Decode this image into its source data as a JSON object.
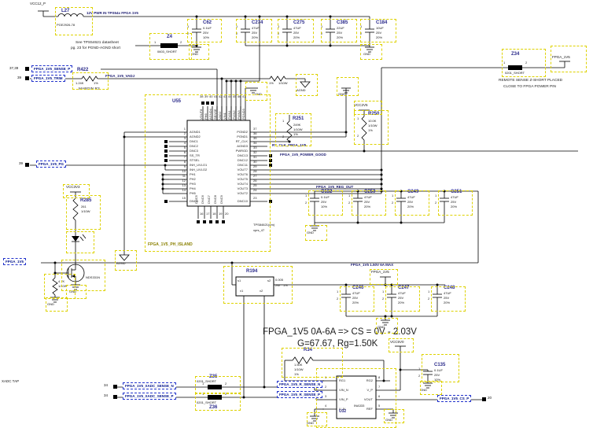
{
  "flags": {
    "vcc12": "VCC12_P",
    "vcc2v5": "VCC2V5",
    "vcc3v3": "VCC3V3",
    "vcc5v0": "VCC5V0",
    "fpga1v5": "FPGA_1V5"
  },
  "gnd": "GND",
  "agnd": "AGND",
  "nets": {
    "pwr_in": "12V PWR IN TPS54x FPGA 1V5",
    "sense_p": "FPGA_1V5_SENSE_P",
    "sense_p_pins": "37,39",
    "trim": "FPGA_1V5_TRIM",
    "trim_pin": "39",
    "vadj": "FPGA_1V5_VADJ",
    "pg": "FPGA_1V5_PG",
    "pg_pin": "39",
    "power_good": "FPGA_1V5_POWER_GOOD",
    "rt_clk": "RT_CLK_FPGA_1V5",
    "reg_out": "FPGA_1V5_REG_OUT",
    "rail_tap": "FPGA_1V5",
    "rail_max": "FPGA_1V5 1.50V 6A MAX",
    "xadc_tap": "XADC TAP",
    "xadc_n": "FPGA_1V5_XADC_SENSE_N",
    "xadc_n_pin": "34",
    "xadc_p": "FPGA_1V5_XADC_SENSE_P",
    "xadc_p_pin": "34",
    "r_sense_n": "FPGA_1V5_R_SENSE_N",
    "r_sense_p": "FPGA_1V5_R_SENSE_P",
    "cs_p": "FPGA_1V5_CS_P",
    "cs_p_pin": "20"
  },
  "notes": {
    "ds1": "See TPS54621 datasheet",
    "ds2": "pg. 23 for PGND-AGND short",
    "remote1": "REMOTE SENSE Z-SHORT PLACED",
    "remote2": "CLOSE TO FPGA POWER PIN",
    "margin": "MARGIN R3",
    "island": "FPGA_1V5_PH_ISLAND",
    "ann1": "FPGA_1V5 0A-6A => CS = 0V - 2.03V",
    "ann2": "G=67.67, Rg=1.50K"
  },
  "parts": {
    "cap_pins": [
      "1",
      "2"
    ],
    "L27": {
      "ref": "L27",
      "v1": "PGE2926-78"
    },
    "Z4": {
      "ref": "Z4",
      "v1": "0603_SHORT",
      "p1": "1",
      "p2": "2"
    },
    "Z34": {
      "ref": "Z34",
      "v1": "0201_SHORT",
      "p1": "1",
      "p2": "2"
    },
    "Z35": {
      "ref": "Z35",
      "v1": "0201_SHORT",
      "p1": "1",
      "p2": "2"
    },
    "Z36": {
      "ref": "Z36",
      "v1": "0201_SHORT",
      "p1": "1",
      "p2": "2"
    },
    "C62": {
      "ref": "C62",
      "v1": "0.1UF",
      "v2": "25V",
      "v3": "10%"
    },
    "C274": {
      "ref": "C274",
      "v1": "47UF",
      "v2": "25V",
      "v3": "20%"
    },
    "C275": {
      "ref": "C275",
      "v1": "47UF",
      "v2": "25V",
      "v3": "20%"
    },
    "C385": {
      "ref": "C385",
      "v1": "22UF",
      "v2": "25V",
      "v3": "20%"
    },
    "C184": {
      "ref": "C184",
      "v1": "10UF",
      "v2": "25V",
      "v3": "20%"
    },
    "C132": {
      "ref": "C132",
      "v1": "0.1UF",
      "v2": "25V",
      "v3": "10%"
    },
    "C250": {
      "ref": "C250",
      "v1": "47UF",
      "v2": "25V",
      "v3": "20%"
    },
    "C249": {
      "ref": "C249",
      "v1": "47UF",
      "v2": "25V",
      "v3": "20%"
    },
    "C251": {
      "ref": "C251",
      "v1": "47UF",
      "v2": "25V",
      "v3": "20%"
    },
    "C246": {
      "ref": "C246",
      "v1": "47UF",
      "v2": "25V",
      "v3": "20%"
    },
    "C247": {
      "ref": "C247",
      "v1": "47UF",
      "v2": "25V",
      "v3": "20%"
    },
    "C248": {
      "ref": "C248",
      "v1": "47UF",
      "v2": "25V",
      "v3": "20%"
    },
    "C135": {
      "ref": "C135",
      "v1": "0.1UF",
      "v2": "25V",
      "v3": "10%"
    },
    "R422": {
      "ref": "R422",
      "v1": "1.24K",
      "v2": "1%"
    },
    "RVADJ": {
      "v1": "1%",
      "v2": "1/10W"
    },
    "R250": {
      "ref": "R250",
      "v1": "10.0K",
      "v2": "1/10W",
      "v3": "1%",
      "p1": "1",
      "p2": "2"
    },
    "R251": {
      "ref": "R251",
      "v1": "249K",
      "v2": "1/10W",
      "v3": "1%",
      "p1": "1",
      "p2": "2"
    },
    "R285": {
      "ref": "R285",
      "v1": "261",
      "v2": "1/10W"
    },
    "RGATE": {
      "v1": "4.7K",
      "v2": "1/10W"
    },
    "R194": {
      "ref": "R194",
      "v1": "0.005",
      "v2": "2W",
      "v3": "1%",
      "s1": "s1",
      "s2": "s2",
      "t1": "v1",
      "t2": "v2"
    },
    "R34": {
      "ref": "R34",
      "v1": "1.50K",
      "v2": "1/10W",
      "v3": "1%"
    },
    "Q1": {
      "part": "NDS331N"
    },
    "U55": {
      "ref": "U55",
      "part": "TPS84621(um)",
      "fp": "xprs_47",
      "left": [
        {
          "n": "1",
          "name": "AGND1"
        },
        {
          "n": "2",
          "name": "AGND2"
        },
        {
          "n": "3",
          "name": "DNC1",
          "nc": 1
        },
        {
          "n": "4",
          "name": "DNC2",
          "nc": 1
        },
        {
          "n": "5",
          "name": "DNC3",
          "nc": 1
        },
        {
          "n": "6",
          "name": "SS_TR",
          "nc": 1
        },
        {
          "n": "7",
          "name": "STSEL",
          "nc": 1
        },
        {
          "n": "8",
          "name": "INH_UVLO1"
        },
        {
          "n": "9",
          "name": "INH_UVLO2"
        },
        {
          "n": "10",
          "name": "PH1"
        },
        {
          "n": "11",
          "name": "PH2"
        },
        {
          "n": "12",
          "name": "PH3"
        },
        {
          "n": "13",
          "name": "PH4"
        },
        {
          "n": "14",
          "name": "PH5"
        },
        {
          "n": "15",
          "name": "DNC4",
          "nc": 1
        }
      ],
      "right": [
        {
          "n": "37",
          "name": "PGND2"
        },
        {
          "n": "36",
          "name": "PGND1"
        },
        {
          "n": "35",
          "name": "RT_CLK"
        },
        {
          "n": "34",
          "name": "AGND3"
        },
        {
          "n": "33",
          "name": "PWRGD"
        },
        {
          "n": "32",
          "name": "DNC13",
          "nc": 1
        },
        {
          "n": "31",
          "name": "DNC12",
          "nc": 1
        },
        {
          "n": "30",
          "name": "DNC11",
          "nc": 1
        },
        {
          "n": "29",
          "name": "VOUT7"
        },
        {
          "n": "28",
          "name": "VOUT6"
        },
        {
          "n": "27",
          "name": "VOUT5"
        },
        {
          "n": "26",
          "name": "VOUT4"
        },
        {
          "n": "25",
          "name": "VOUT3"
        },
        {
          "n": "24",
          "name": "VOUT2"
        },
        {
          "n": "23",
          "name": "DNC10",
          "nc": 1
        }
      ],
      "top": [
        {
          "n": "38",
          "name": "VOUT8",
          "nc": 1
        },
        {
          "n": "39",
          "name": "PH6",
          "nc": 1
        },
        {
          "n": "40",
          "name": "AGND4",
          "nc": 1
        },
        {
          "n": "41",
          "name": "SENSE"
        },
        {
          "n": "42",
          "name": "VADJ"
        },
        {
          "n": "43",
          "name": "VIN1"
        },
        {
          "n": "44",
          "name": "PVIN1"
        },
        {
          "n": "45",
          "name": "PVIN2"
        },
        {
          "n": "46",
          "name": "PVIN3"
        },
        {
          "n": "47",
          "name": "PGND3"
        }
      ],
      "bottom": [
        {
          "n": "16",
          "name": "DNC5",
          "nc": 1
        },
        {
          "n": "17",
          "name": "DNC6",
          "nc": 1
        },
        {
          "n": "18",
          "name": "DNC7",
          "nc": 1
        },
        {
          "n": "19",
          "name": "DNC8",
          "nc": 1
        },
        {
          "n": "20",
          "name": "DNC9",
          "nc": 1
        }
      ]
    },
    "U32": {
      "ref": "U32",
      "part": "INA333",
      "left": [
        {
          "n": "1",
          "name": "RG1"
        },
        {
          "n": "2",
          "name": "VIN_N"
        },
        {
          "n": "3",
          "name": "VIN_P"
        },
        {
          "n": "4",
          "name": "V_N"
        }
      ],
      "right": [
        {
          "n": "8",
          "name": "RG2"
        },
        {
          "n": "7",
          "name": "V_P"
        },
        {
          "n": "6",
          "name": "VOUT"
        },
        {
          "n": "5",
          "name": "REF"
        }
      ]
    }
  }
}
